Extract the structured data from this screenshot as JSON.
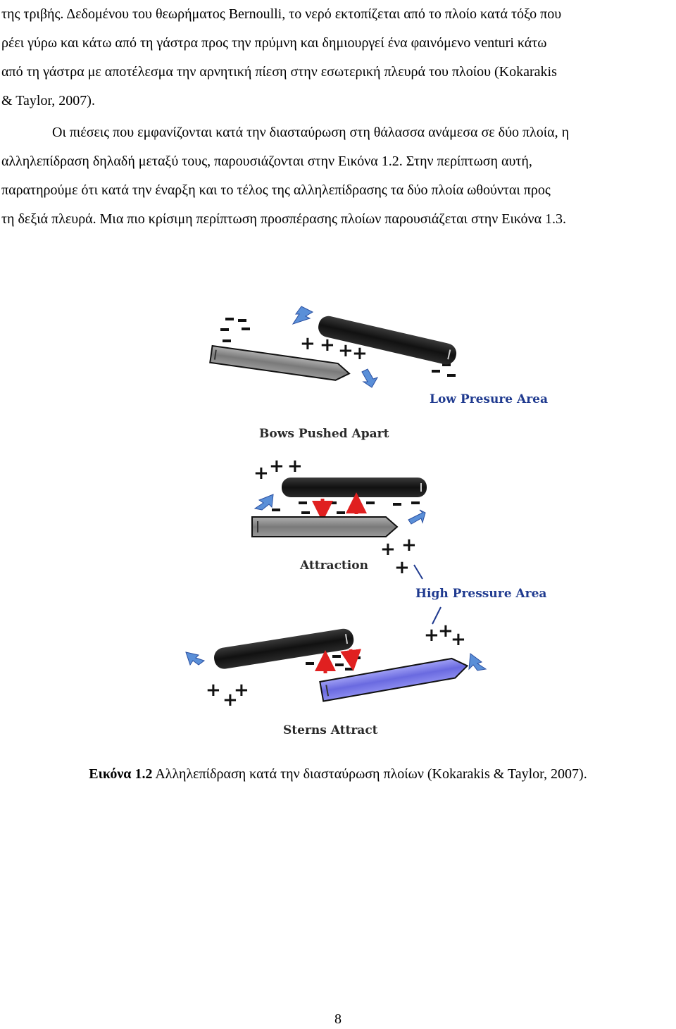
{
  "paragraph1": {
    "lines": [
      "της τριβής. Δεδομένου του θεωρήματος Bernoulli, το νερό εκτοπίζεται από το πλοίο κατά τόξο που",
      "ρέει γύρω και κάτω από τη γάστρα προς την πρύμνη και δημιουργεί ένα φαινόμενο venturi κάτω",
      "από τη γάστρα με αποτέλεσμα την αρνητική πίεση στην εσωτερική πλευρά του πλοίου (Kokarakis",
      "& Taylor, 2007)."
    ]
  },
  "paragraph2": {
    "lines": [
      "Οι πιέσεις που εμφανίζονται κατά την διασταύρωση στη θάλασσα ανάμεσα σε δύο πλοία, η",
      "αλληλεπίδραση δηλαδή μεταξύ τους, παρουσιάζονται στην Εικόνα 1.2. Στην περίπτωση αυτή,",
      "παρατηρούμε ότι κατά την έναρξη και το τέλος της αλληλεπίδρασης τα δύο πλοία ωθούνται προς",
      "τη δεξιά πλευρά. Μια πιο κρίσιμη περίπτωση προσπέρασης πλοίων παρουσιάζεται στην Εικόνα 1.3."
    ]
  },
  "figure": {
    "labels": {
      "low_pressure": "Low Presure Area",
      "bows_pushed_apart": "Bows Pushed Apart",
      "attraction": "Attraction",
      "high_pressure": "High Pressure Area",
      "sterns_attract": "Sterns Attract"
    },
    "colors": {
      "dark_ship": "#1a1a1a",
      "grey_ship": "#8a8a8a",
      "blue_ship": "#7a7ae8",
      "label_blue": "#1f3a8f",
      "arrow_blue": "#5a8fd8",
      "arrow_red": "#e02020"
    }
  },
  "caption": {
    "label": "Εικόνα 1.2",
    "text": " Αλληλεπίδραση κατά την διασταύρωση πλοίων (Kokarakis & Taylor, 2007)."
  },
  "page_number": "8"
}
